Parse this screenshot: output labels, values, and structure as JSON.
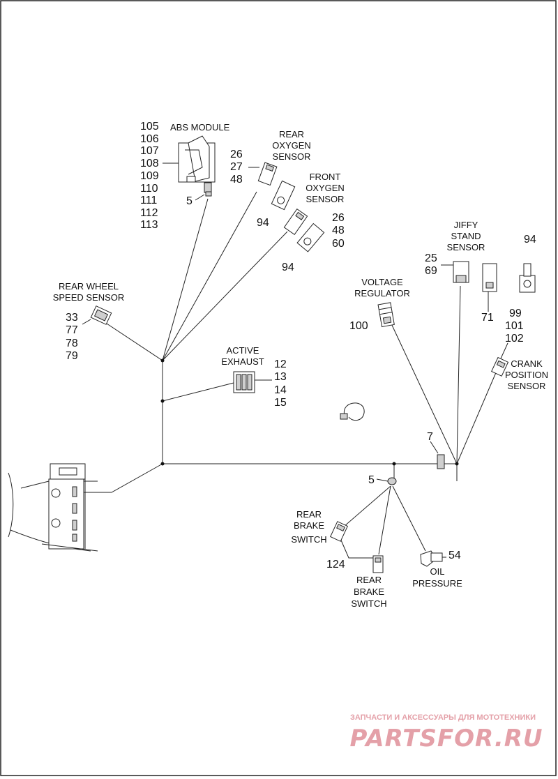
{
  "callouts": {
    "abs_module": {
      "label": "ABS MODULE",
      "numbers": [
        "105",
        "106",
        "107",
        "108",
        "109",
        "110",
        "111",
        "112",
        "113"
      ],
      "ground": "5"
    },
    "rear_oxygen": {
      "label": [
        "REAR",
        "OXYGEN",
        "SENSOR"
      ],
      "numbers": [
        "26",
        "27",
        "48"
      ],
      "bracket": "94"
    },
    "front_oxygen": {
      "label": [
        "FRONT",
        "OXYGEN",
        "SENSOR"
      ],
      "numbers": [
        "26",
        "48",
        "60"
      ],
      "bracket": "94"
    },
    "rear_wheel_speed": {
      "label": [
        "REAR WHEEL",
        "SPEED SENSOR"
      ],
      "numbers": [
        "33",
        "77",
        "78",
        "79"
      ]
    },
    "active_exhaust": {
      "label": [
        "ACTIVE",
        "EXHAUST"
      ],
      "numbers": [
        "12",
        "13",
        "14",
        "15"
      ]
    },
    "jiffy_stand": {
      "label": [
        "JIFFY",
        "STAND",
        "SENSOR"
      ],
      "numbers": [
        "25",
        "69"
      ],
      "connector": "71",
      "bracket": "94"
    },
    "voltage_regulator": {
      "label": [
        "VOLTAGE",
        "REGULATOR"
      ],
      "numbers": [
        "100"
      ]
    },
    "crank_position": {
      "label": [
        "CRANK",
        "POSITION",
        "SENSOR"
      ],
      "numbers": [
        "99",
        "101",
        "102"
      ]
    },
    "ground_stud": {
      "number": "7"
    },
    "junction": {
      "number": "5"
    },
    "rear_brake_switch_upper": {
      "label": [
        "REAR",
        "BRAKE",
        "SWITCH"
      ]
    },
    "rear_brake_switch_lower": {
      "label": [
        "REAR",
        "BRAKE",
        "SWITCH"
      ]
    },
    "rear_brake_jumper": {
      "number": "124"
    },
    "oil_pressure": {
      "label": [
        "OIL",
        "PRESSURE"
      ],
      "numbers": [
        "54"
      ]
    }
  },
  "watermark": {
    "tagline": "ЗАПЧАСТИ И АКСЕССУАРЫ ДЛЯ МОТОТЕХНИКИ",
    "brand": "PARTSFOR.RU",
    "color": "#e4a0a8"
  }
}
